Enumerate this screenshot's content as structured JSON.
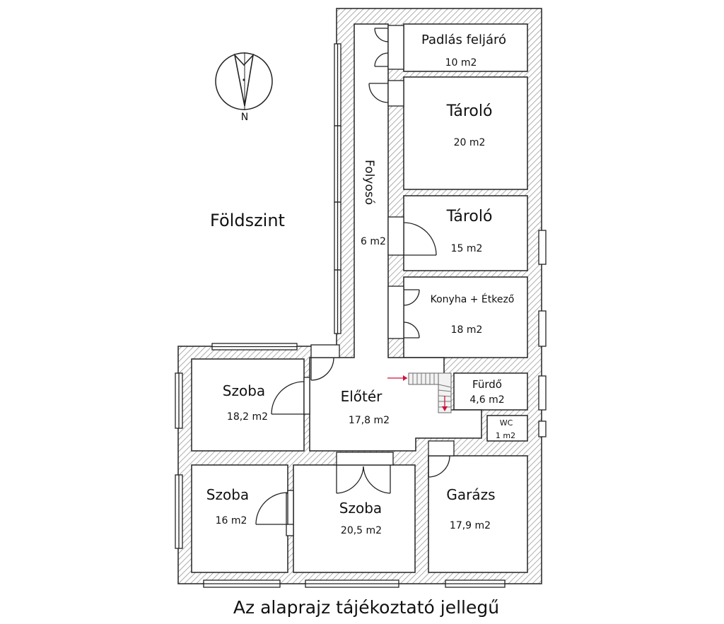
{
  "floor_title": "Földszint",
  "footer": "Az alaprajz tájékoztató jellegű",
  "compass_letter": "N",
  "rooms": [
    {
      "name": "Padlás feljáró",
      "area": "10 m2"
    },
    {
      "name": "Tároló",
      "area": "20 m2"
    },
    {
      "name": "Tároló",
      "area": "15 m2"
    },
    {
      "name": "Konyha + Étkező",
      "area": "18 m2"
    },
    {
      "name": "Folyosó",
      "area": "6 m2"
    },
    {
      "name": "Fürdő",
      "area": "4,6 m2"
    },
    {
      "name": "WC",
      "area": "1 m2"
    },
    {
      "name": "Előtér",
      "area": "17,8 m2"
    },
    {
      "name": "Szoba",
      "area": "18,2 m2"
    },
    {
      "name": "Szoba",
      "area": "16 m2"
    },
    {
      "name": "Szoba",
      "area": "20,5 m2"
    },
    {
      "name": "Garázs",
      "area": "17,9 m2"
    }
  ],
  "colors": {
    "wall_line": "#222222",
    "hatch": "#9a9a9a",
    "stair_arrow": "#d0103a"
  }
}
